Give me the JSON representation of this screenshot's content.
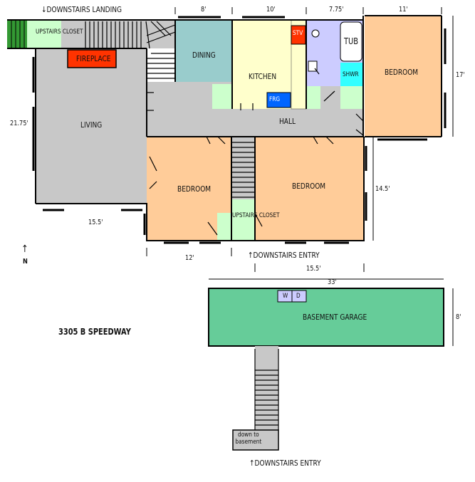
{
  "rooms": {
    "living": "LIVING",
    "dining": "DINING",
    "kitchen": "KITCHEN",
    "hall": "HALL",
    "bedroom_ne": "BEDROOM",
    "bedroom_sw": "BEDROOM",
    "bedroom_s": "BEDROOM",
    "tub": "TUB",
    "shower": "SHWR",
    "fireplace": "FIREPLACE",
    "stove": "STV",
    "fridge": "FRG",
    "garage": "BASEMENT GARAGE",
    "washer": "W",
    "dryer": "D",
    "upstairs_closet_nw": "UPSTAIRS CLOSET",
    "upstairs_closet_s": "UPSTAIRS CLOSET",
    "down_to_basement": "down to basement"
  },
  "labels": {
    "downstairs_landing": "↓DOWNSTAIRS LANDING",
    "downstairs_entry_main": "↑DOWNSTAIRS ENTRY",
    "downstairs_entry_bottom": "↑DOWNSTAIRS ENTRY",
    "north_arrow": "↑",
    "north": "N",
    "address": "3305 B SPEEDWAY"
  },
  "dimensions": {
    "dining_width": "8'",
    "kitchen_width": "10'",
    "bath_width": "7.75'",
    "bedroom_ne_width": "11'",
    "bedroom_ne_depth": "17'",
    "living_depth": "21.75'",
    "living_width": "15.5'",
    "bedroom_sw_width": "12'",
    "bedroom_s_width": "15.5'",
    "bedroom_s_depth": "14.5'",
    "garage_width": "33'",
    "garage_depth": "8'"
  },
  "colors": {
    "floor_gray": "#c8c8c8",
    "dining": "#99cccc",
    "kitchen": "#ffffcc",
    "bath": "#ccccff",
    "shower": "#33ffff",
    "bedroom": "#ffcc99",
    "closet": "#ccffcc",
    "fireplace": "#ff3300",
    "stove": "#ff3300",
    "fridge": "#0066ff",
    "garage": "#66cc99",
    "landing_green": "#339933",
    "wall": "#000000"
  }
}
